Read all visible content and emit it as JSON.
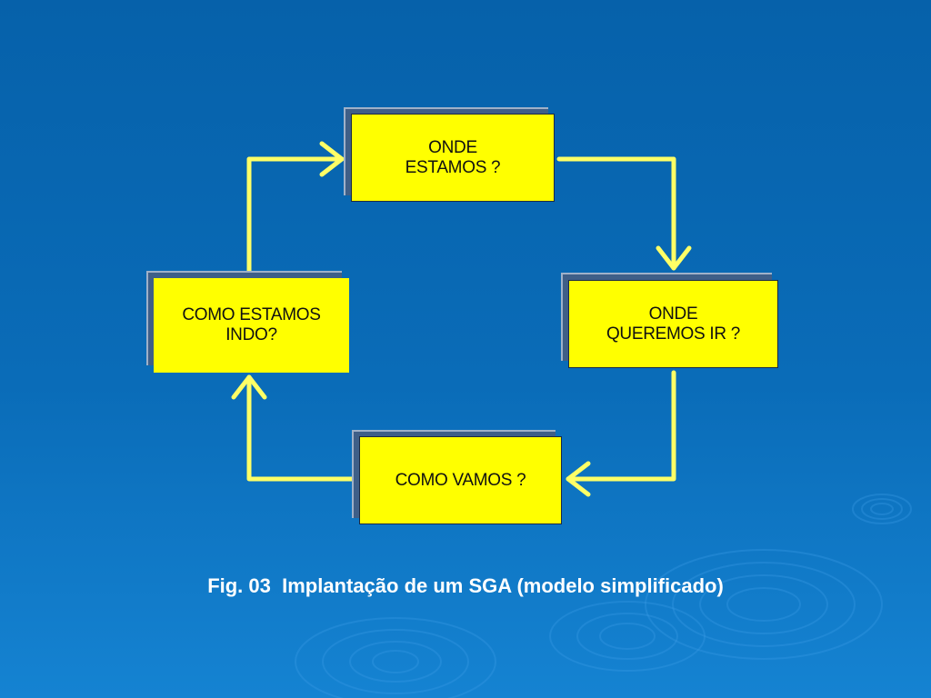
{
  "diagram": {
    "nodes": [
      {
        "id": "onde-estamos",
        "label": "ONDE\nESTAMOS ?"
      },
      {
        "id": "onde-queremos-ir",
        "label": "ONDE\nQUEREMOS IR ?"
      },
      {
        "id": "como-vamos",
        "label": "COMO VAMOS ?"
      },
      {
        "id": "como-estamos-indo",
        "label": "COMO ESTAMOS\nINDO?"
      }
    ],
    "edges": [
      {
        "from": "onde-estamos",
        "to": "onde-queremos-ir"
      },
      {
        "from": "onde-queremos-ir",
        "to": "como-vamos"
      },
      {
        "from": "como-vamos",
        "to": "como-estamos-indo"
      },
      {
        "from": "como-estamos-indo",
        "to": "onde-estamos"
      }
    ]
  },
  "caption": "Fig. 03  Implantação de um SGA (modelo simplificado)",
  "colors": {
    "background": "#0a6cb8",
    "box_fill": "#ffff00",
    "arrow": "#ffff66",
    "caption_text": "#ffffff"
  }
}
